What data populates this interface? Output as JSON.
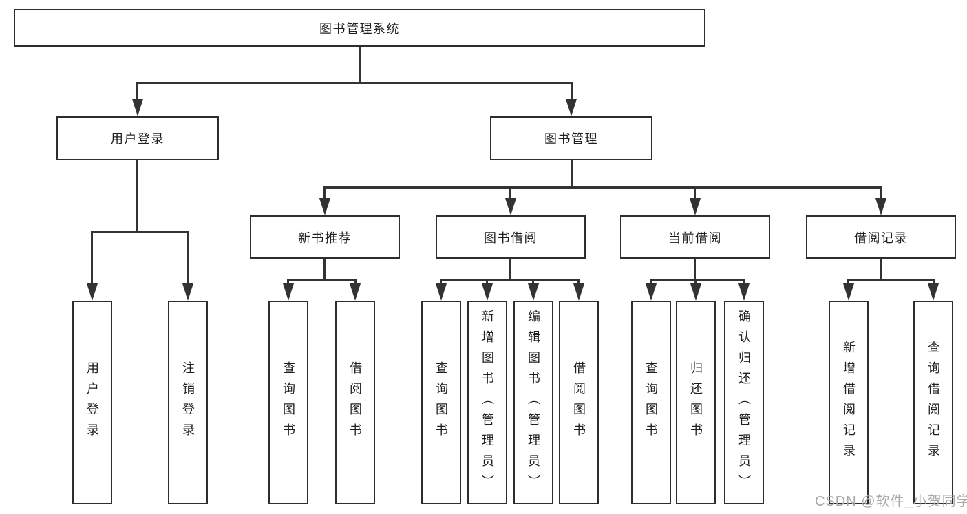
{
  "tree": {
    "label": "图书管理系统",
    "children": [
      {
        "label": "用户登录",
        "children": [
          {
            "label": "用户登录"
          },
          {
            "label": "注销登录"
          }
        ]
      },
      {
        "label": "图书管理",
        "children": [
          {
            "label": "新书推荐",
            "children": [
              {
                "label": "查询图书"
              },
              {
                "label": "借阅图书"
              }
            ]
          },
          {
            "label": "图书借阅",
            "children": [
              {
                "label": "查询图书"
              },
              {
                "label": "新增图书（管理员）"
              },
              {
                "label": "编辑图书（管理员）"
              },
              {
                "label": "借阅图书"
              }
            ]
          },
          {
            "label": "当前借阅",
            "children": [
              {
                "label": "查询图书"
              },
              {
                "label": "归还图书"
              },
              {
                "label": "确认归还（管理员）"
              }
            ]
          },
          {
            "label": "借阅记录",
            "children": [
              {
                "label": "新增借阅记录"
              },
              {
                "label": "查询借阅记录"
              }
            ]
          }
        ]
      }
    ]
  },
  "watermark": {
    "text": "CSDN @软件_小贺同学"
  },
  "colors": {
    "line": "#333333",
    "box_border": "#2d2d2d",
    "text": "#1f1f1f",
    "watermark": "#a9a9a9",
    "background": "#ffffff"
  }
}
